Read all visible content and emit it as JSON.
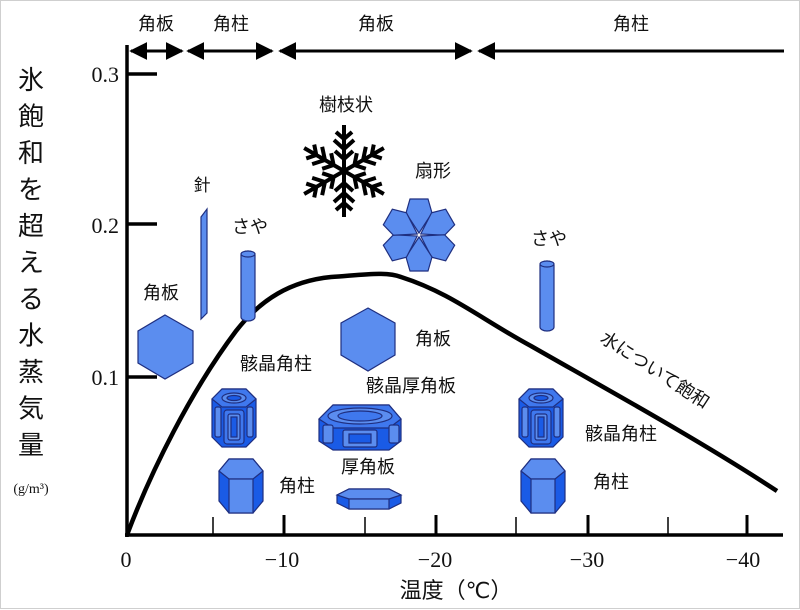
{
  "habit_bands": [
    {
      "label": "角板",
      "range_c": [
        0,
        -3
      ]
    },
    {
      "label": "角柱",
      "range_c": [
        -3,
        -10
      ]
    },
    {
      "label": "角板",
      "range_c": [
        -10,
        -22
      ]
    },
    {
      "label": "角柱",
      "range_c": [
        -22,
        -42
      ]
    }
  ],
  "y_axis": {
    "label_chars": [
      "氷",
      "飽",
      "和",
      "を",
      "超",
      "え",
      "る",
      "水",
      "蒸",
      "気",
      "量"
    ],
    "unit": "(g/m³)",
    "ticks": [
      "0.3",
      "0.2",
      "0.1"
    ]
  },
  "x_axis": {
    "title": "温度（℃）",
    "ticks": [
      "0",
      "−10",
      "−20",
      "−30",
      "−40"
    ]
  },
  "curve_label": "水について飽和",
  "crystals": {
    "plate_left": "角板",
    "needle": "針",
    "sheath_left": "さや",
    "dendrite": "樹枝状",
    "sector": "扇形",
    "plate_mid": "角板",
    "hollow_column_left": "骸晶角柱",
    "hollow_thick_plate": "骸晶厚角板",
    "column_left": "角柱",
    "thick_plate": "厚角板",
    "sheath_right": "さや",
    "hollow_column_right": "骸晶角柱",
    "column_right": "角柱"
  },
  "colors": {
    "crystal_light": "#5b8def",
    "crystal_dark": "#1a5be6",
    "outline": "#1f2f80"
  }
}
